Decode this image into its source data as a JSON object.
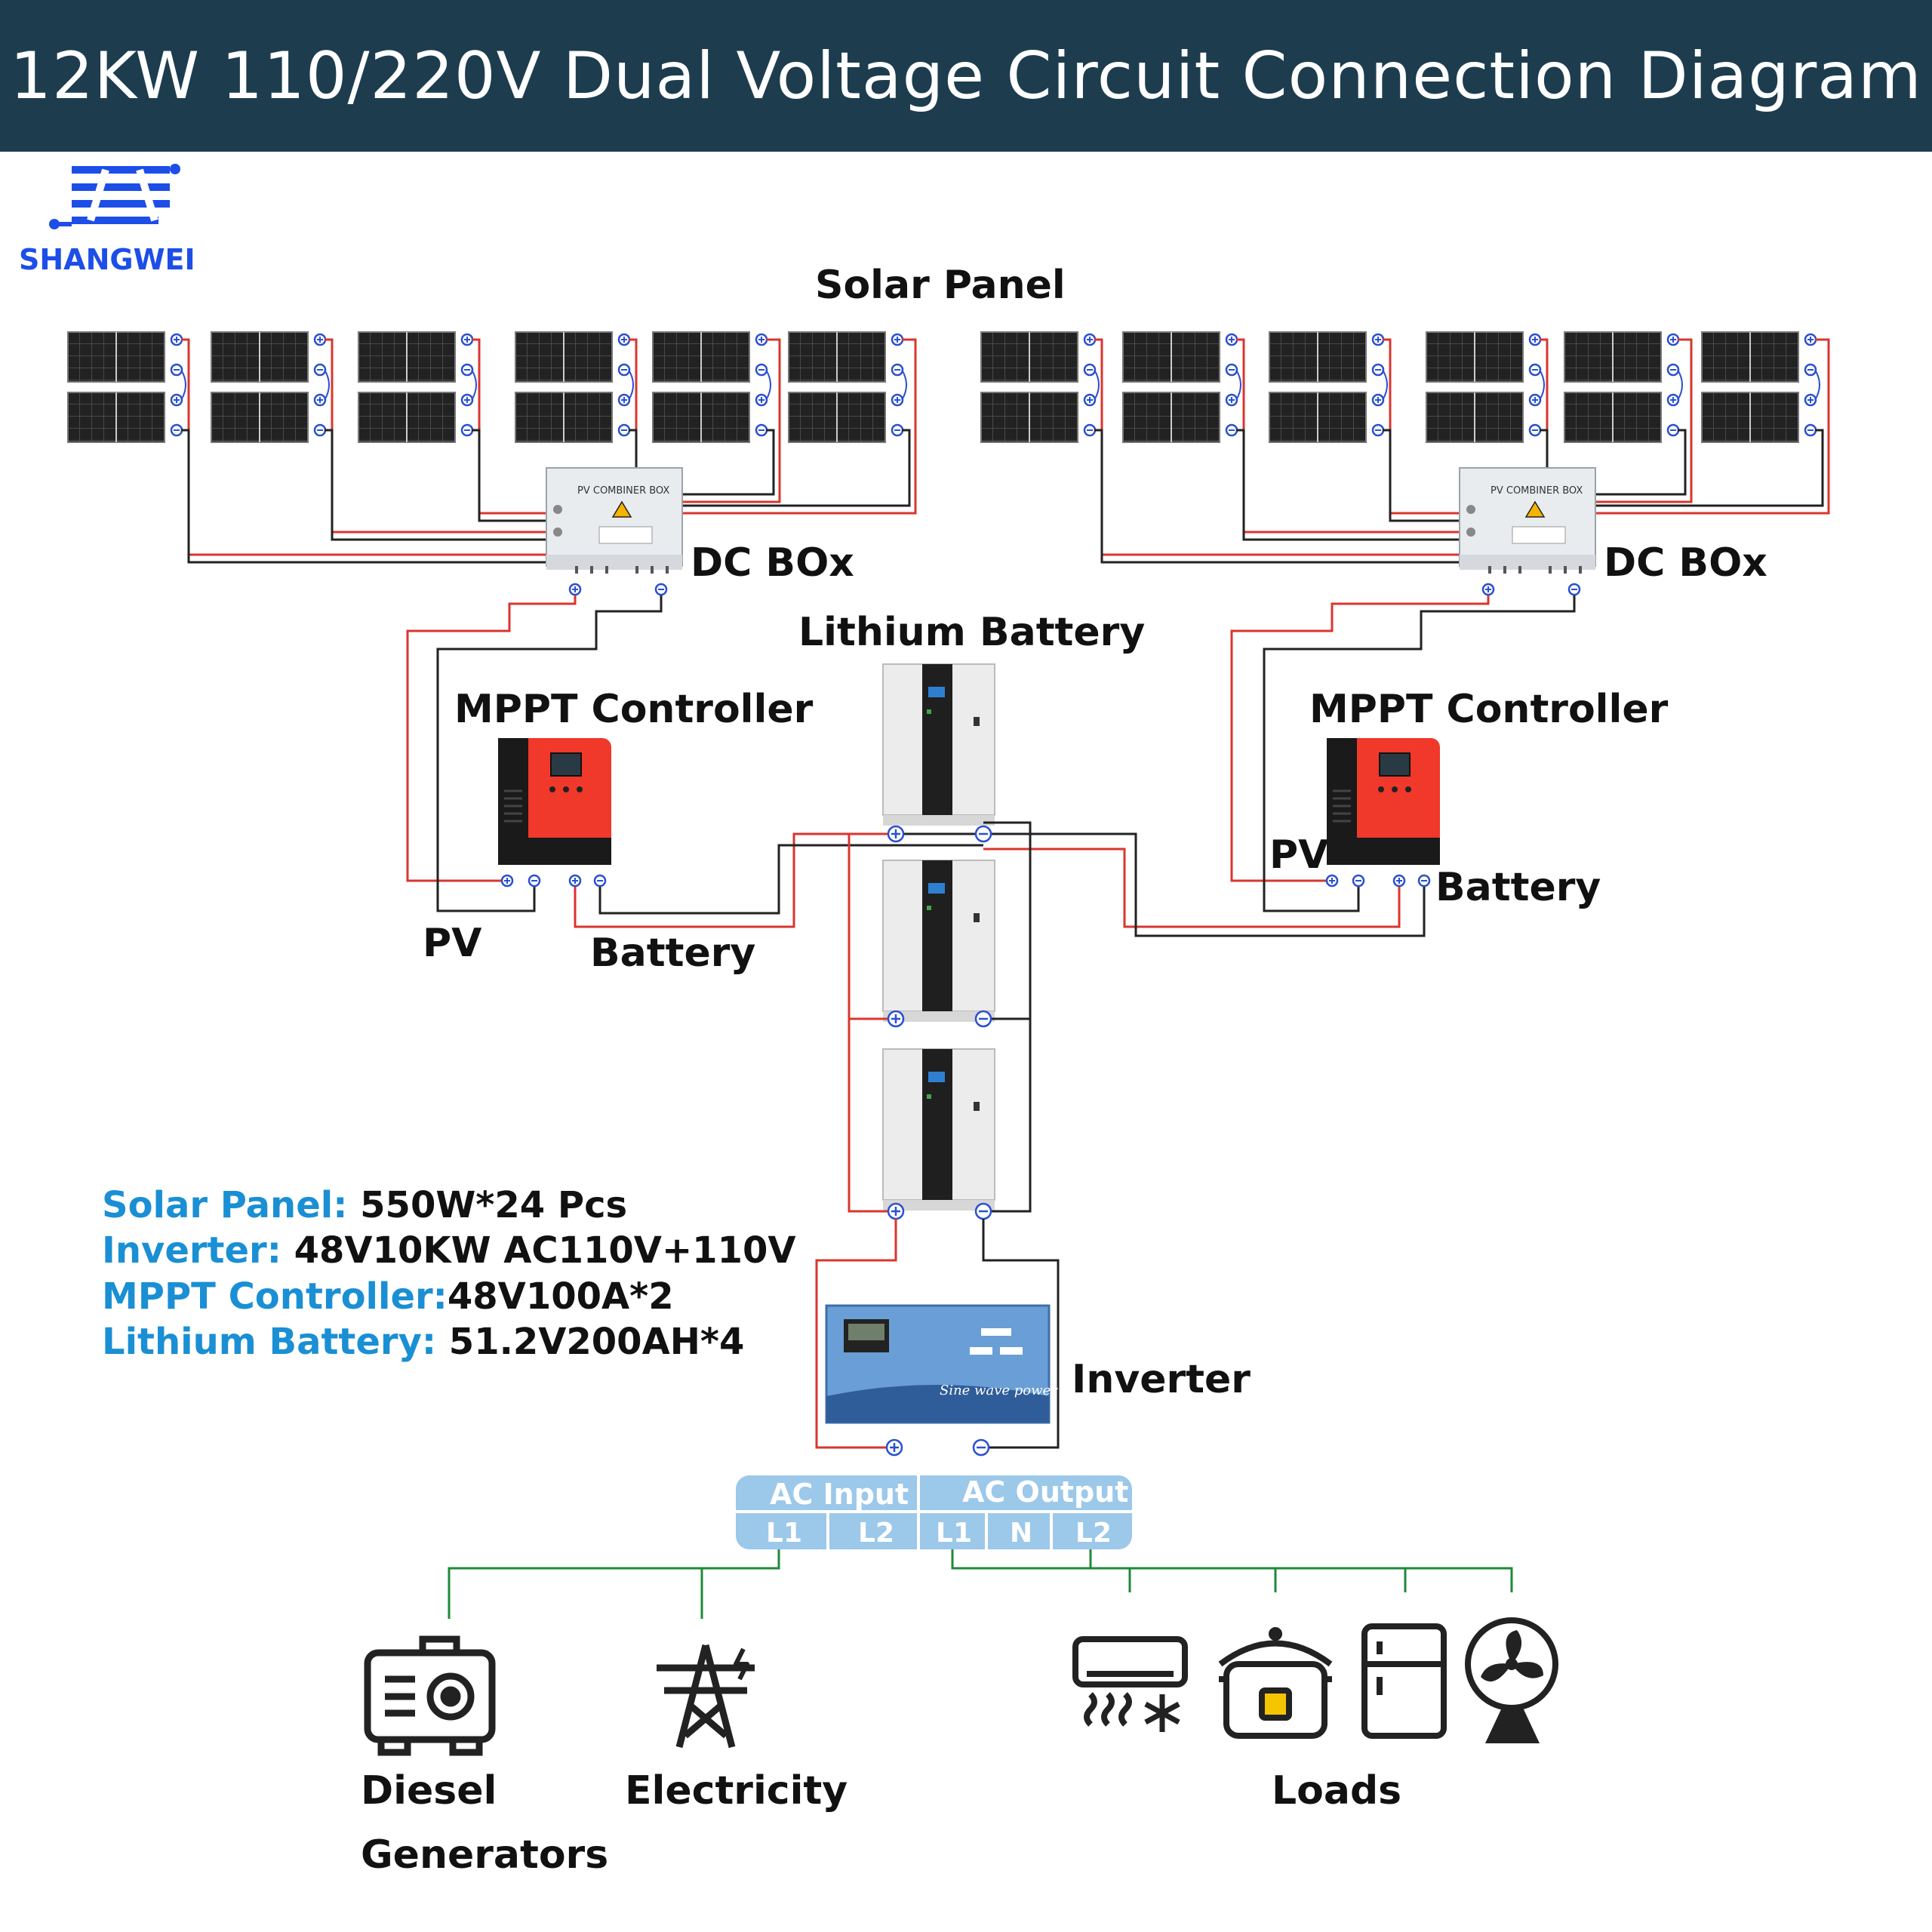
{
  "title": "12KW 110/220V Dual Voltage Circuit Connection Diagram",
  "brand": {
    "name": "SHANGWEI",
    "color": "#1d4ee8"
  },
  "labels": {
    "solar_panel": "Solar Panel",
    "dc_box_left": "DC BOx",
    "dc_box_right": "DC BOx",
    "combiner_box": "PV COMBINER BOX",
    "lithium_battery": "Lithium Battery",
    "mppt_left": "MPPT Controller",
    "mppt_right": "MPPT Controller",
    "pv_left": "PV",
    "pv_right": "PV",
    "battery_left": "Battery",
    "battery_right": "Battery",
    "inverter": "Inverter",
    "inverter_brand": "Sine wave power",
    "ac_input": "AC Input",
    "ac_output": "AC Output",
    "ac_input_l1": "L1",
    "ac_input_l2": "L2",
    "ac_output_l1": "L1",
    "ac_output_n": "N",
    "ac_output_l2": "L2",
    "diesel_line1": "Diesel",
    "diesel_line2": "Generators",
    "electricity": "Electricity",
    "loads": "Loads"
  },
  "specs": [
    {
      "key": "Solar Panel:",
      "value": " 550W*24 Pcs"
    },
    {
      "key": "Inverter:",
      "value": " 48V10KW AC110V+110V"
    },
    {
      "key": "MPPT Controller:",
      "value": "48V100A*2"
    },
    {
      "key": "Lithium Battery:",
      "value": " 51.2V200AH*4"
    }
  ],
  "icons": [
    "generator-icon",
    "power-tower-icon",
    "air-conditioner-icon",
    "rice-cooker-icon",
    "refrigerator-icon",
    "fan-icon"
  ],
  "colors": {
    "header": "#1d3d4f",
    "spec_key": "#1a8fd4",
    "wire_positive": "#d9362f",
    "wire_negative": "#222222",
    "ac_wire": "#1e8a3a",
    "ac_panel": "#9cc8ea",
    "mppt_red": "#f0382b",
    "terminal_blue": "#2a4fd0"
  }
}
